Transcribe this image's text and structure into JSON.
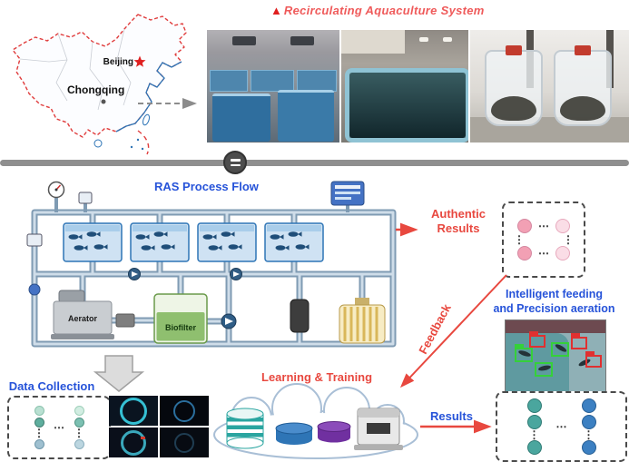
{
  "title": {
    "marker": "▲",
    "text": "Recirculating Aquaculture System"
  },
  "map": {
    "beijing": "Beijing",
    "chongqing": "Chongqing"
  },
  "process": {
    "label": "RAS Process Flow",
    "aerator": "Aerator",
    "biofilter": "Biofilter"
  },
  "sections": {
    "authentic_line1": "Authentic",
    "authentic_line2": "Results",
    "feedback": "Feedback",
    "intelligent_line1": "Intelligent feeding",
    "intelligent_line2": "and Precision aeration",
    "data_collection": "Data Collection",
    "learning": "Learning & Training",
    "results": "Results"
  },
  "dots": {
    "h": "⋯",
    "v": "⋮"
  },
  "colors": {
    "accent_red": "#e8483f",
    "accent_blue": "#2653d9",
    "pipe_blue": "#2e75b6",
    "tank_fill": "#cfe2f3",
    "biofilter_green": "#8fbf6f",
    "teal_node": "#4aa69e",
    "blue_node": "#3c80c2",
    "pink_node": "#f2a0b4",
    "purple_disk": "#7030a0"
  }
}
